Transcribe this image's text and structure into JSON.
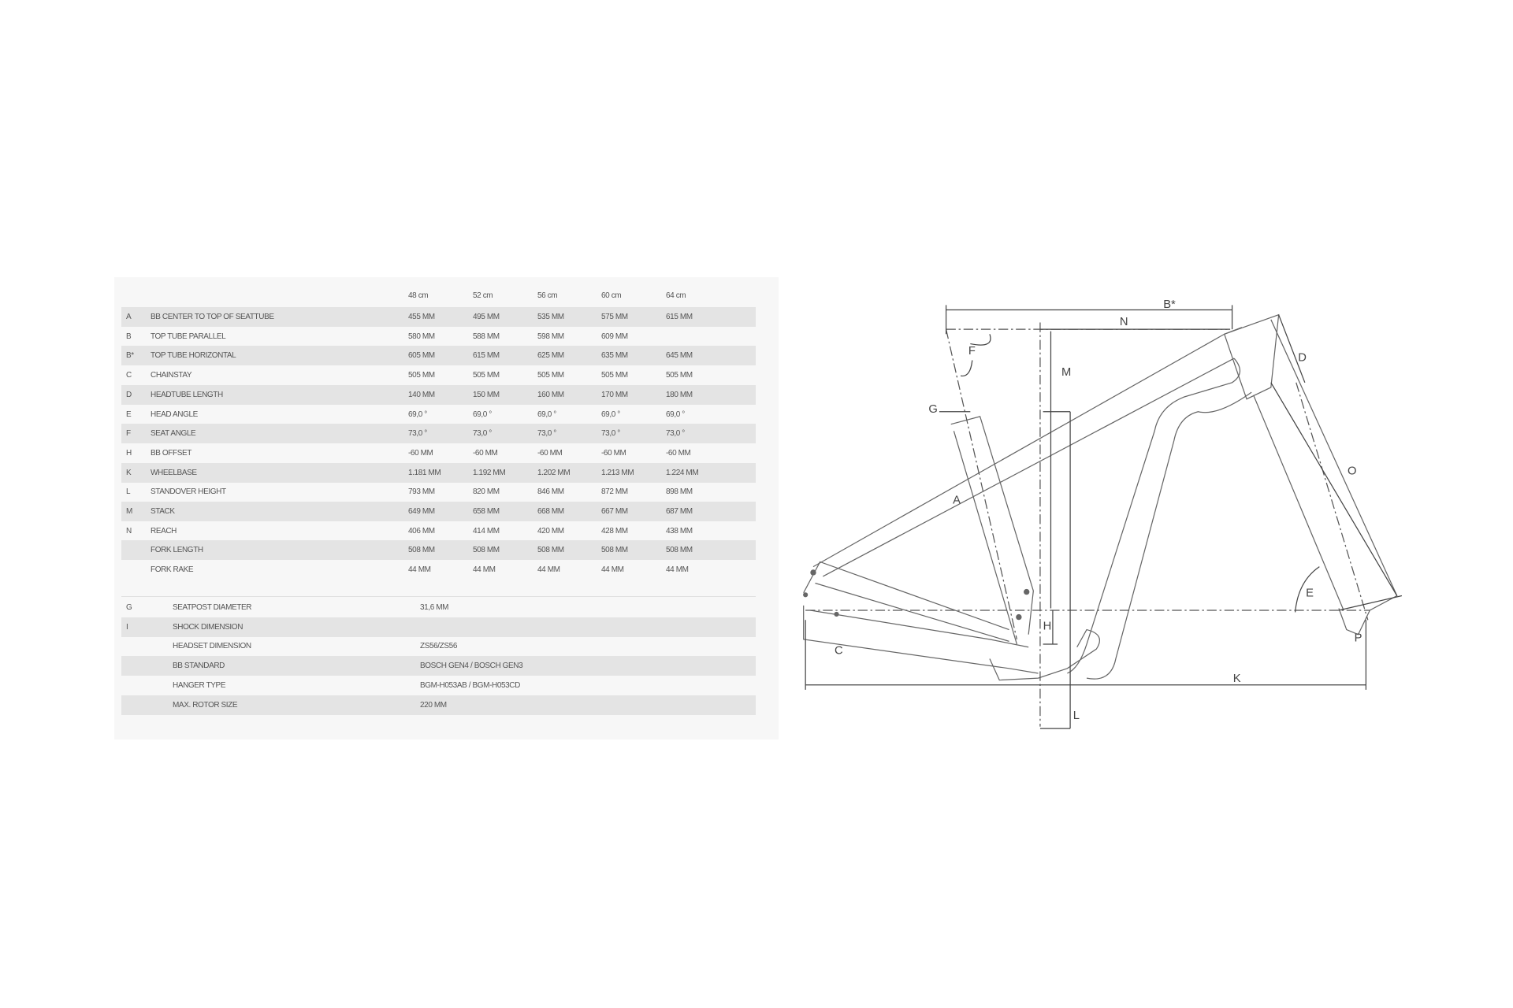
{
  "sizes": [
    "48 cm",
    "52 cm",
    "56 cm",
    "60 cm",
    "64 cm"
  ],
  "rows": [
    {
      "code": "A",
      "name": "BB CENTER TO TOP OF SEATTUBE",
      "values": [
        "455 MM",
        "495 MM",
        "535 MM",
        "575 MM",
        "615 MM"
      ]
    },
    {
      "code": "B",
      "name": "TOP TUBE PARALLEL",
      "values": [
        "580 MM",
        "588 MM",
        "598 MM",
        "609 MM",
        ""
      ]
    },
    {
      "code": "B*",
      "name": "TOP TUBE HORIZONTAL",
      "values": [
        "605 MM",
        "615 MM",
        "625 MM",
        "635 MM",
        "645 MM"
      ]
    },
    {
      "code": "C",
      "name": "CHAINSTAY",
      "values": [
        "505 MM",
        "505 MM",
        "505 MM",
        "505 MM",
        "505 MM"
      ]
    },
    {
      "code": "D",
      "name": "HEADTUBE LENGTH",
      "values": [
        "140 MM",
        "150 MM",
        "160 MM",
        "170 MM",
        "180 MM"
      ]
    },
    {
      "code": "E",
      "name": "HEAD ANGLE",
      "values": [
        "69,0 °",
        "69,0 °",
        "69,0 °",
        "69,0 °",
        "69,0 °"
      ]
    },
    {
      "code": "F",
      "name": "SEAT ANGLE",
      "values": [
        "73,0 °",
        "73,0 °",
        "73,0 °",
        "73,0 °",
        "73,0 °"
      ]
    },
    {
      "code": "H",
      "name": "BB OFFSET",
      "values": [
        "-60 MM",
        "-60 MM",
        "-60 MM",
        "-60 MM",
        "-60 MM"
      ]
    },
    {
      "code": "K",
      "name": "WHEELBASE",
      "values": [
        "1.181 MM",
        "1.192 MM",
        "1.202 MM",
        "1.213 MM",
        "1.224 MM"
      ]
    },
    {
      "code": "L",
      "name": "STANDOVER HEIGHT",
      "values": [
        "793 MM",
        "820 MM",
        "846 MM",
        "872 MM",
        "898 MM"
      ]
    },
    {
      "code": "M",
      "name": "STACK",
      "values": [
        "649 MM",
        "658 MM",
        "668 MM",
        "667 MM",
        "687 MM"
      ]
    },
    {
      "code": "N",
      "name": "REACH",
      "values": [
        "406 MM",
        "414 MM",
        "420 MM",
        "428 MM",
        "438 MM"
      ]
    },
    {
      "code": "",
      "name": "FORK LENGTH",
      "values": [
        "508 MM",
        "508 MM",
        "508 MM",
        "508 MM",
        "508 MM"
      ]
    },
    {
      "code": "",
      "name": "FORK RAKE",
      "values": [
        "44 MM",
        "44 MM",
        "44 MM",
        "44 MM",
        "44 MM"
      ]
    }
  ],
  "specs": [
    {
      "code": "G",
      "name": "SEATPOST DIAMETER",
      "value": "31,6 MM"
    },
    {
      "code": "I",
      "name": "SHOCK DIMENSION",
      "value": ""
    },
    {
      "code": "",
      "name": "HEADSET DIMENSION",
      "value": "ZS56/ZS56"
    },
    {
      "code": "",
      "name": "BB STANDARD",
      "value": "BOSCH GEN4 / BOSCH GEN3"
    },
    {
      "code": "",
      "name": "HANGER TYPE",
      "value": "BGM-H053AB / BGM-H053CD"
    },
    {
      "code": "",
      "name": "MAX. ROTOR SIZE",
      "value": "220 MM"
    }
  ],
  "diagram": {
    "labels": {
      "Bstar": "B*",
      "N": "N",
      "F": "F",
      "M": "M",
      "D": "D",
      "G": "G",
      "A": "A",
      "O": "O",
      "E": "E",
      "H": "H",
      "C": "C",
      "P": "P",
      "K": "K",
      "L": "L"
    }
  }
}
